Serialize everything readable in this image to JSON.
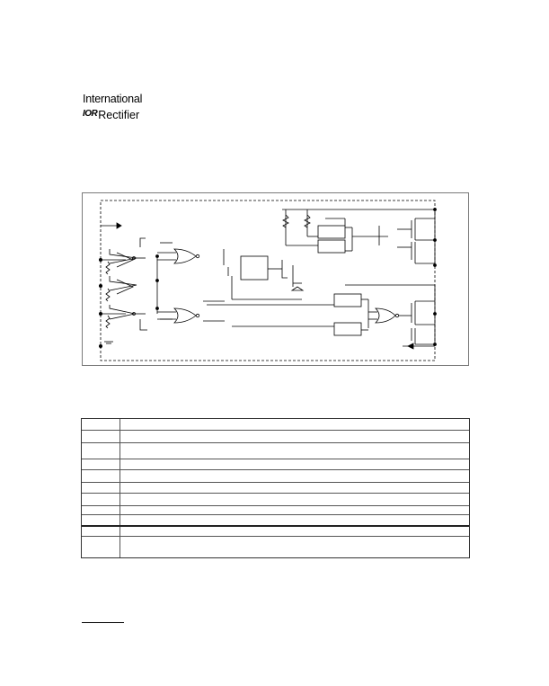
{
  "logo": {
    "line1": "International",
    "mark": "IOR",
    "line2": "Rectifier"
  },
  "table": {
    "rows": [
      {
        "symbol": "",
        "definition": ""
      },
      {
        "symbol": "",
        "definition": ""
      },
      {
        "symbol": "",
        "definition": ""
      },
      {
        "symbol": "",
        "definition": ""
      },
      {
        "symbol": "",
        "definition": ""
      },
      {
        "symbol": "",
        "definition": ""
      },
      {
        "symbol": "",
        "definition": ""
      },
      {
        "symbol": "",
        "definition": ""
      },
      {
        "symbol": "",
        "definition": ""
      },
      {
        "symbol": "",
        "definition": ""
      },
      {
        "symbol": "",
        "definition": ""
      }
    ]
  }
}
